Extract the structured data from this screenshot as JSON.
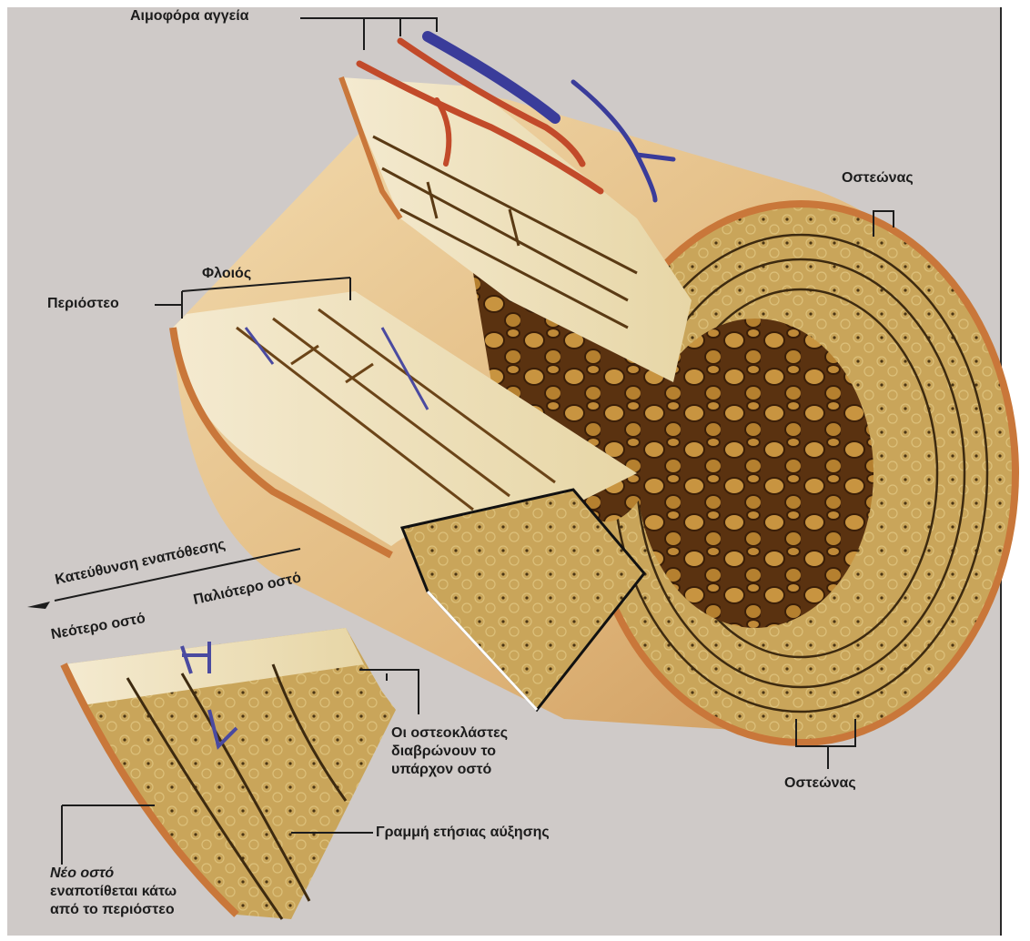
{
  "labels": {
    "blood_vessels": "Αιμοφόρα αγγεία",
    "osteon_top": "Οστεώνας",
    "cortex": "Φλοιός",
    "periosteum": "Περιόστεο",
    "deposition_direction": "Κατεύθυνση εναπόθεσης",
    "older_bone": "Παλιότερο οστό",
    "newer_bone": "Νεότερο οστό",
    "osteoclasts_line1": "Οι οστεοκλάστες",
    "osteoclasts_line2": "διαβρώνουν το",
    "osteoclasts_line3": "υπάρχον οστό",
    "osteon_bottom": "Οστεώνας",
    "growth_line": "Γραμμή ετήσιας αύξησης",
    "new_bone_line1": "Νέο οστό",
    "new_bone_line2": "εναποτίθεται κάτω",
    "new_bone_line3": "από το περιόστεο"
  },
  "colors": {
    "background": "#cfcac8",
    "bone_tan": "#c9a55a",
    "bone_light": "#efe4c0",
    "periosteum_orange": "#c9773a",
    "artery_red": "#c24a2a",
    "vein_blue": "#3a3c9a",
    "marrow_brown": "#5a3210",
    "line_dark": "#3d2a10"
  }
}
